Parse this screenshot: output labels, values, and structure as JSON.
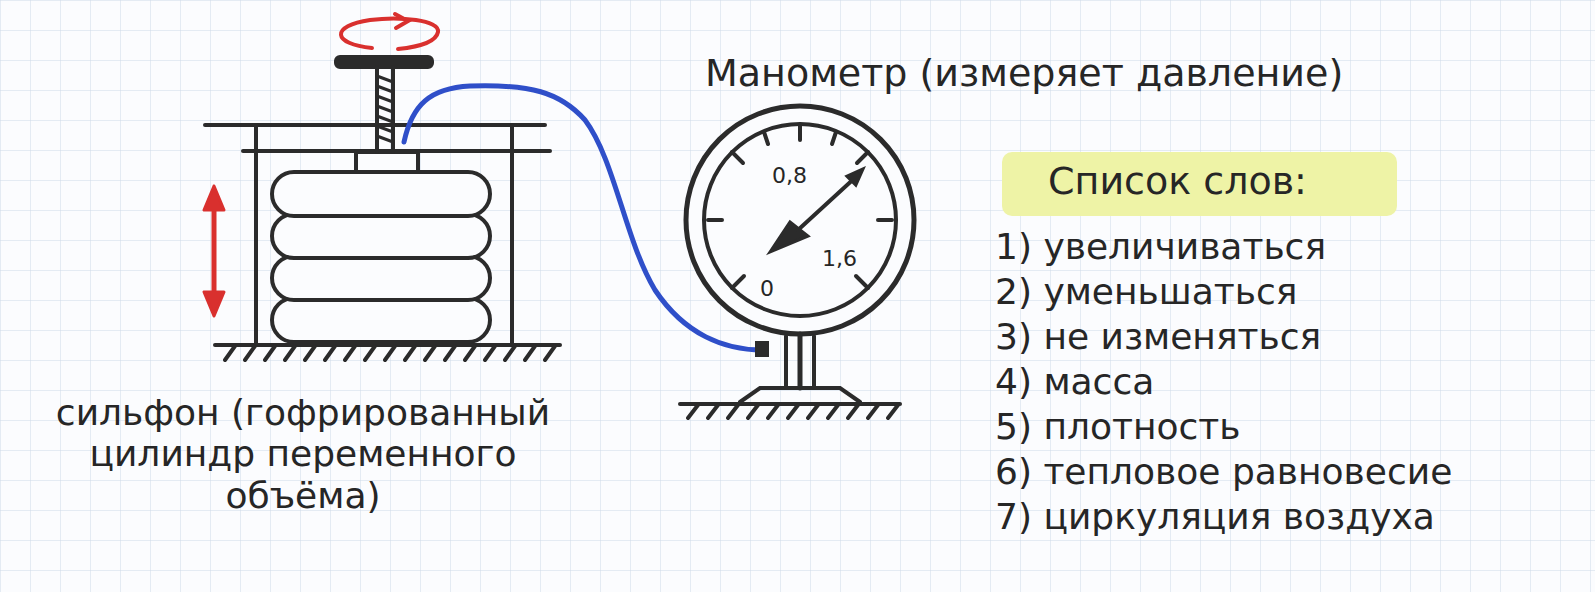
{
  "diagram": {
    "labels": [
      "Манометр (измеряет давление)",
      "0,8",
      "0",
      "1,6",
      "сильфон (гофрированный цилиндр переменного объёма)",
      "Список слов:",
      "1) увеличиваться",
      "2) уменьшаться",
      "3) не изменяться",
      "4) масса",
      "5) плотность",
      "6) тепловое равновесие",
      "7) циркуляция воздуха"
    ]
  }
}
